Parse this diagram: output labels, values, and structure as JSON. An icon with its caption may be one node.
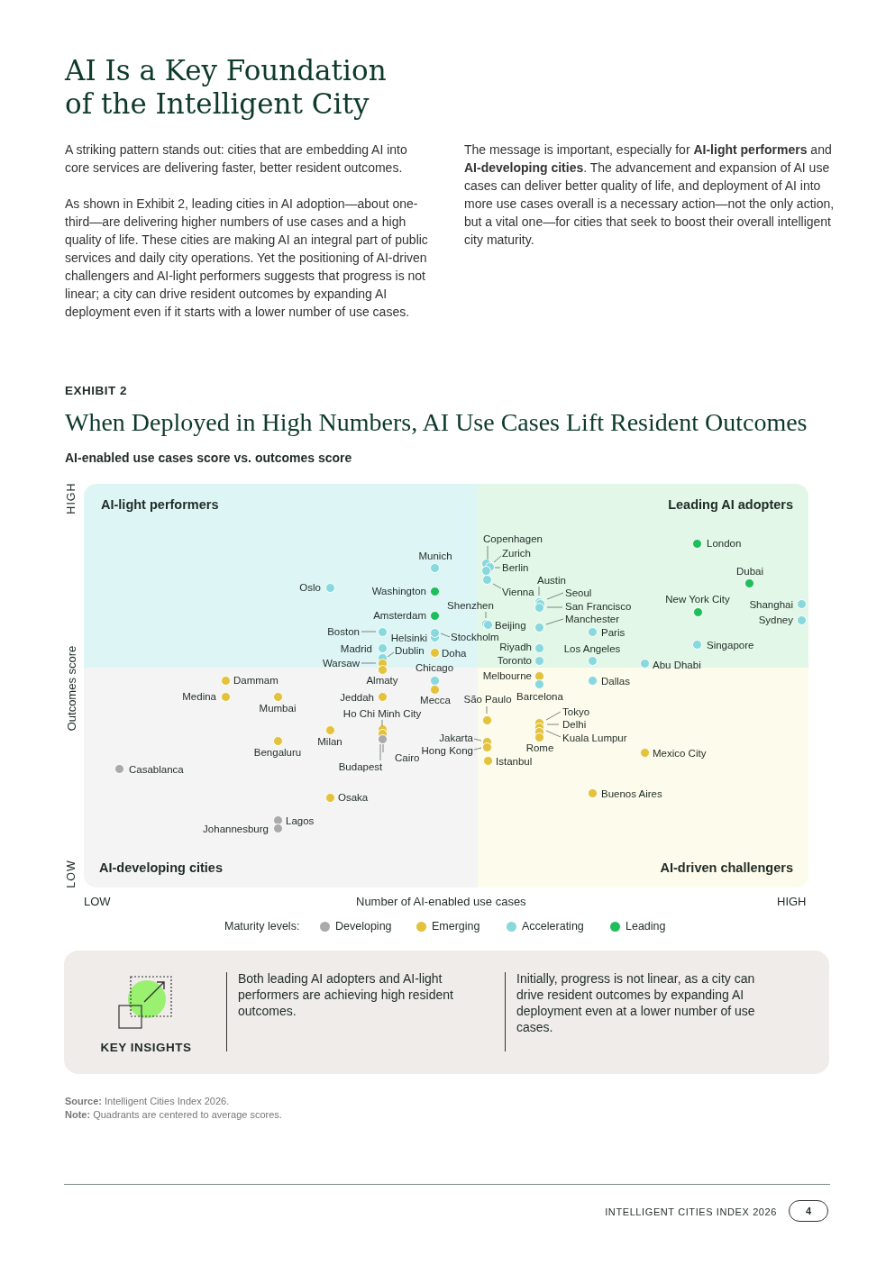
{
  "diagram": {
    "title": "AI Is a Key Foundation of the Intelligent City",
    "nodes": [
      {
        "text": [
          "AI-light performers"
        ]
      },
      {
        "text": [],
        "shape": "circle",
        "in": 0,
        "beside": [
          "Munich"
        ]
      },
      {
        "text": [],
        "shape": "circle",
        "in": 0,
        "beside": [
          "Oslo"
        ]
      },
      {
        "text": [],
        "shape": "circle",
        "in": 0,
        "beside": [
          "Washington"
        ]
      },
      {
        "text": [],
        "shape": "circle",
        "in": 0,
        "beside": [
          "Amsterdam"
        ]
      },
      {
        "text": [],
        "shape": "circle",
        "in": 0,
        "beside": [
          "Boston"
        ]
      },
      {
        "text": [],
        "shape": "circle",
        "in": 0,
        "beside": [
          "Helsinki"
        ]
      },
      {
        "text": [],
        "shape": "circle",
        "in": 0,
        "beside": [
          "Stockholm"
        ]
      },
      {
        "text": [],
        "shape": "circle",
        "in": 0,
        "beside": [
          "Madrid"
        ]
      },
      {
        "text": [],
        "shape": "circle",
        "in": 0,
        "beside": [
          "Dublin"
        ]
      },
      {
        "text": [],
        "shape": "circle",
        "in": 0,
        "beside": [
          "Doha"
        ]
      },
      {
        "text": [],
        "shape": "circle",
        "in": 0,
        "beside": [
          "Warsaw"
        ]
      },
      {
        "text": [
          "Leading AI adopters"
        ]
      },
      {
        "text": [],
        "shape": "circle",
        "in": 12,
        "beside": [
          "Copenhagen"
        ]
      },
      {
        "text": [],
        "shape": "circle",
        "in": 12,
        "beside": [
          "Zurich"
        ]
      },
      {
        "text": [],
        "shape": "circle",
        "in": 12,
        "beside": [
          "Berlin"
        ]
      },
      {
        "text": [],
        "shape": "circle",
        "in": 12,
        "beside": [
          "London"
        ]
      },
      {
        "text": [],
        "shape": "circle",
        "in": 12,
        "beside": [
          "Vienna"
        ]
      },
      {
        "text": [],
        "shape": "circle",
        "in": 12,
        "beside": [
          "Austin"
        ]
      },
      {
        "text": [],
        "shape": "circle",
        "in": 12,
        "beside": [
          "Seoul"
        ]
      },
      {
        "text": [],
        "shape": "circle",
        "in": 12,
        "beside": [
          "Dubai"
        ]
      },
      {
        "text": [],
        "shape": "circle",
        "in": 12,
        "beside": [
          "New York City"
        ]
      },
      {
        "text": [],
        "shape": "circle",
        "in": 12,
        "beside": [
          "San Francisco"
        ]
      },
      {
        "text": [],
        "shape": "circle",
        "in": 12,
        "beside": [
          "Shanghai"
        ]
      },
      {
        "text": [],
        "shape": "circle",
        "in": 12,
        "beside": [
          "Shenzhen"
        ]
      },
      {
        "text": [],
        "shape": "circle",
        "in": 12,
        "beside": [
          "Manchester"
        ]
      },
      {
        "text": [],
        "shape": "circle",
        "in": 12,
        "beside": [
          "Sydney"
        ]
      },
      {
        "text": [],
        "shape": "circle",
        "in": 12,
        "beside": [
          "Beijing"
        ]
      },
      {
        "text": [],
        "shape": "circle",
        "in": 12,
        "beside": [
          "Paris"
        ]
      },
      {
        "text": [],
        "shape": "circle",
        "in": 12,
        "beside": [
          "Singapore"
        ]
      },
      {
        "text": [],
        "shape": "circle",
        "in": 12,
        "beside": [
          "Riyadh"
        ]
      },
      {
        "text": [],
        "shape": "circle",
        "in": 12,
        "beside": [
          "Los Angeles"
        ]
      },
      {
        "text": [],
        "shape": "circle",
        "in": 12,
        "beside": [
          "Toronto"
        ]
      },
      {
        "text": [],
        "shape": "circle",
        "in": 12,
        "beside": [
          "Abu Dhabi"
        ]
      },
      {
        "text": [
          "AI-developing cities"
        ]
      },
      {
        "text": [],
        "shape": "circle",
        "in": 34,
        "beside": [
          "Almaty"
        ]
      },
      {
        "text": [],
        "shape": "circle",
        "in": 34,
        "beside": [
          "Chicago"
        ]
      },
      {
        "text": [],
        "shape": "circle",
        "in": 34,
        "beside": [
          "Dammam"
        ]
      },
      {
        "text": [],
        "shape": "circle",
        "in": 34,
        "beside": [
          "Medina"
        ]
      },
      {
        "text": [],
        "shape": "circle",
        "in": 34,
        "beside": [
          "Mumbai"
        ]
      },
      {
        "text": [],
        "shape": "circle",
        "in": 34,
        "beside": [
          "Jeddah"
        ]
      },
      {
        "text": [],
        "shape": "circle",
        "in": 34,
        "beside": [
          "Mecca"
        ]
      },
      {
        "text": [],
        "shape": "circle",
        "in": 34,
        "beside": [
          "Ho Chi Minh City"
        ]
      },
      {
        "text": [],
        "shape": "circle",
        "in": 34,
        "beside": [
          "Milan"
        ]
      },
      {
        "text": [],
        "shape": "circle",
        "in": 34,
        "beside": [
          "Bengaluru"
        ]
      },
      {
        "text": [],
        "shape": "circle",
        "in": 34,
        "beside": [
          "Cairo"
        ]
      },
      {
        "text": [],
        "shape": "circle",
        "in": 34,
        "beside": [
          "Budapest"
        ]
      },
      {
        "text": [],
        "shape": "circle",
        "in": 34,
        "beside": [
          "Casablanca"
        ]
      },
      {
        "text": [],
        "shape": "circle",
        "in": 34,
        "beside": [
          "Osaka"
        ]
      },
      {
        "text": [],
        "shape": "circle",
        "in": 34,
        "beside": [
          "Lagos"
        ]
      },
      {
        "text": [],
        "shape": "circle",
        "in": 34,
        "beside": [
          "Johannesburg"
        ]
      },
      {
        "text": [
          "AI-driven challengers"
        ]
      },
      {
        "text": [],
        "shape": "circle",
        "in": 51,
        "beside": [
          "Melbourne"
        ]
      },
      {
        "text": [],
        "shape": "circle",
        "in": 51,
        "beside": [
          "Barcelona"
        ]
      },
      {
        "text": [],
        "shape": "circle",
        "in": 51,
        "beside": [
          "Dallas"
        ]
      },
      {
        "text": [],
        "shape": "circle",
        "in": 51,
        "beside": [
          "São Paulo"
        ]
      },
      {
        "text": [],
        "shape": "circle",
        "in": 51,
        "beside": [
          "Tokyo"
        ]
      },
      {
        "text": [],
        "shape": "circle",
        "in": 51,
        "beside": [
          "Delhi"
        ]
      },
      {
        "text": [],
        "shape": "circle",
        "in": 51,
        "beside": [
          "Kuala Lumpur"
        ]
      },
      {
        "text": [],
        "shape": "circle",
        "in": 51,
        "beside": [
          "Rome"
        ]
      },
      {
        "text": [],
        "shape": "circle",
        "in": 51,
        "beside": [
          "Jakarta"
        ]
      },
      {
        "text": [],
        "shape": "circle",
        "in": 51,
        "beside": [
          "Hong Kong"
        ]
      },
      {
        "text": [],
        "shape": "circle",
        "in": 51,
        "beside": [
          "Istanbul"
        ]
      },
      {
        "text": [],
        "shape": "circle",
        "in": 51,
        "beside": [
          "Mexico City"
        ]
      },
      {
        "text": [],
        "shape": "circle",
        "in": 51,
        "beside": [
          "Buenos Aires"
        ]
      },
      {
        "text": [
          "KEY INSIGHTS",
          "Both leading AI adopters and AI-light performers are achieving high resident outcomes.",
          "Initially, progress is not linear, as a city can drive resident outcomes by expanding AI deployment even at a lower number of use cases."
        ]
      },
      {
        "text": [
          "4"
        ]
      }
    ],
    "edges": [],
    "labels": [
      "A striking pattern stands out: cities that are embedding AI into core services are delivering faster, better resident outcomes.",
      "As shown in Exhibit 2, leading cities in AI adoption—about one-third—are delivering higher numbers of use cases and a high quality of life. These cities are making AI an integral part of public services and daily city operations. Yet the positioning of AI-driven challengers and AI-light performers suggests that progress is not linear; a city can drive resident outcomes by expanding AI deployment even if it starts with a lower number of use cases.",
      "The message is important, especially for **AI-light performers** and **AI-developing cities**. The advancement and expansion of AI use cases can deliver better quality of life, and deployment of AI into more use cases overall is a necessary action—not the only action, but a vital one—for cities that seek to boost their overall intelligent city maturity.",
      "EXHIBIT 2",
      "When Deployed in High Numbers, AI Use Cases Lift Resident Outcomes",
      "AI-enabled use cases score vs. outcomes score",
      "HIGH",
      "Outcomes score",
      "LOW",
      "LOW",
      "Number of AI-enabled use cases",
      "HIGH",
      "Maturity levels:",
      "**Source:** Intelligent Cities Index 2026.",
      "**Note:** Quadrants are centered to average scores.",
      "INTELLIGENT CITIES INDEX 2026"
    ],
    "legend": [
      {
        "text": "Developing",
        "color": "#aaaaaa"
      },
      {
        "text": "Emerging",
        "color": "#e3c23c"
      },
      {
        "text": "Accelerating",
        "color": "#88d9dd"
      },
      {
        "text": "Leading",
        "color": "#1fbe5d"
      }
    ]
  }
}
